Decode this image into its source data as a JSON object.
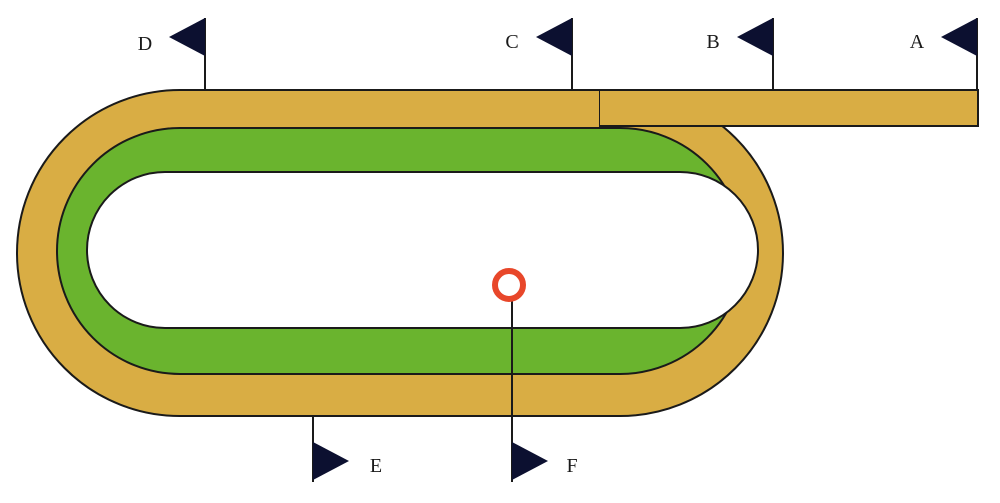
{
  "diagram": {
    "colors": {
      "dirt_track": "#D9AD44",
      "turf_track": "#6AB42E",
      "infield": "#FFFFFF",
      "outline": "#1A1A1A",
      "flag": "#0C1030",
      "finish_marker": "#E8472A"
    },
    "flags": [
      {
        "id": "A",
        "label": "A"
      },
      {
        "id": "B",
        "label": "B"
      },
      {
        "id": "C",
        "label": "C"
      },
      {
        "id": "D",
        "label": "D"
      },
      {
        "id": "E",
        "label": "E"
      },
      {
        "id": "F",
        "label": "F"
      }
    ]
  }
}
